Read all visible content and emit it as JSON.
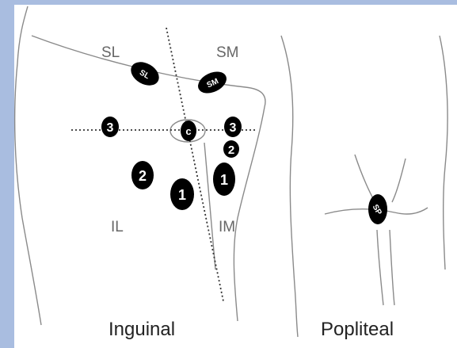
{
  "regions": {
    "sl": "SL",
    "sm": "SM",
    "il": "IL",
    "im": "IM"
  },
  "nodes": {
    "sl": "SL",
    "sm": "SM",
    "c": "c",
    "left3": "3",
    "right3": "3",
    "small2": "2",
    "left2": "2",
    "right1": "1",
    "center1": "1",
    "sp": "SP"
  },
  "captions": {
    "inguinal": "Inguinal",
    "popliteal": "Popliteal"
  },
  "colors": {
    "border": "#a9bde0",
    "node": "#000000",
    "outline": "#888888"
  }
}
